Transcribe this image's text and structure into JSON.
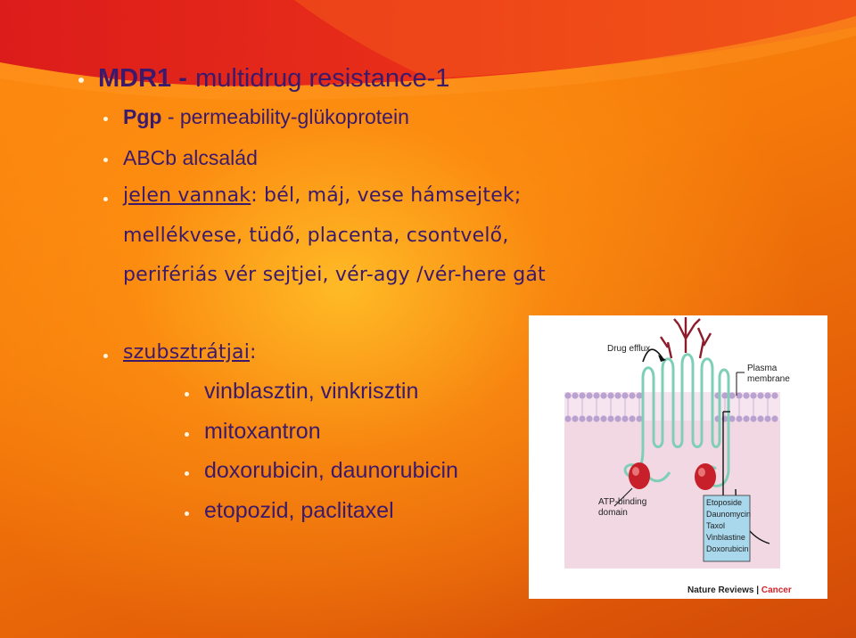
{
  "title": {
    "bold": "MDR1 -",
    "rest": "multidrug resistance-1"
  },
  "bullets": {
    "pgp_bold": "Pgp",
    "pgp_rest": "- permeability-glükoprotein",
    "abcb": "ABCb alcsalád",
    "jelen_ul": "jelen vannak",
    "jelen_rest": ": bél, máj, vese hámsejtek;",
    "jelen_cont1": "mellékvese, tüdő, placenta, csontvelő,",
    "jelen_cont2": "perifériás vér sejtjei, vér-agy /vér-here gát",
    "szubsztrat_ul": "szubsztrátjai",
    "szubsztrat_rest": ":"
  },
  "substrates": [
    "vinblasztin, vinkrisztin",
    "mitoxantron",
    "doxorubicin, daunorubicin",
    "etopozid, paclitaxel"
  ],
  "figure": {
    "drug_efflux": "Drug efflux",
    "plasma": "Plasma",
    "membrane": "membrane",
    "atp1": "ATP-binding",
    "atp2": "domain",
    "drugs": [
      "Etoposide",
      "Daunomycin",
      "Taxol",
      "Vinblastine",
      "Doxorubicin"
    ],
    "credit_a": "Nature Reviews",
    "credit_sep": " | ",
    "credit_b": "Cancer"
  },
  "colors": {
    "text": "#3b1a6b",
    "membrane_lipid": "#b9a2cf",
    "protein": "#7fcfb8",
    "atp_domain": "#c8202a",
    "drug_box": "#a9d8ec",
    "credit_accent": "#d2232a"
  }
}
